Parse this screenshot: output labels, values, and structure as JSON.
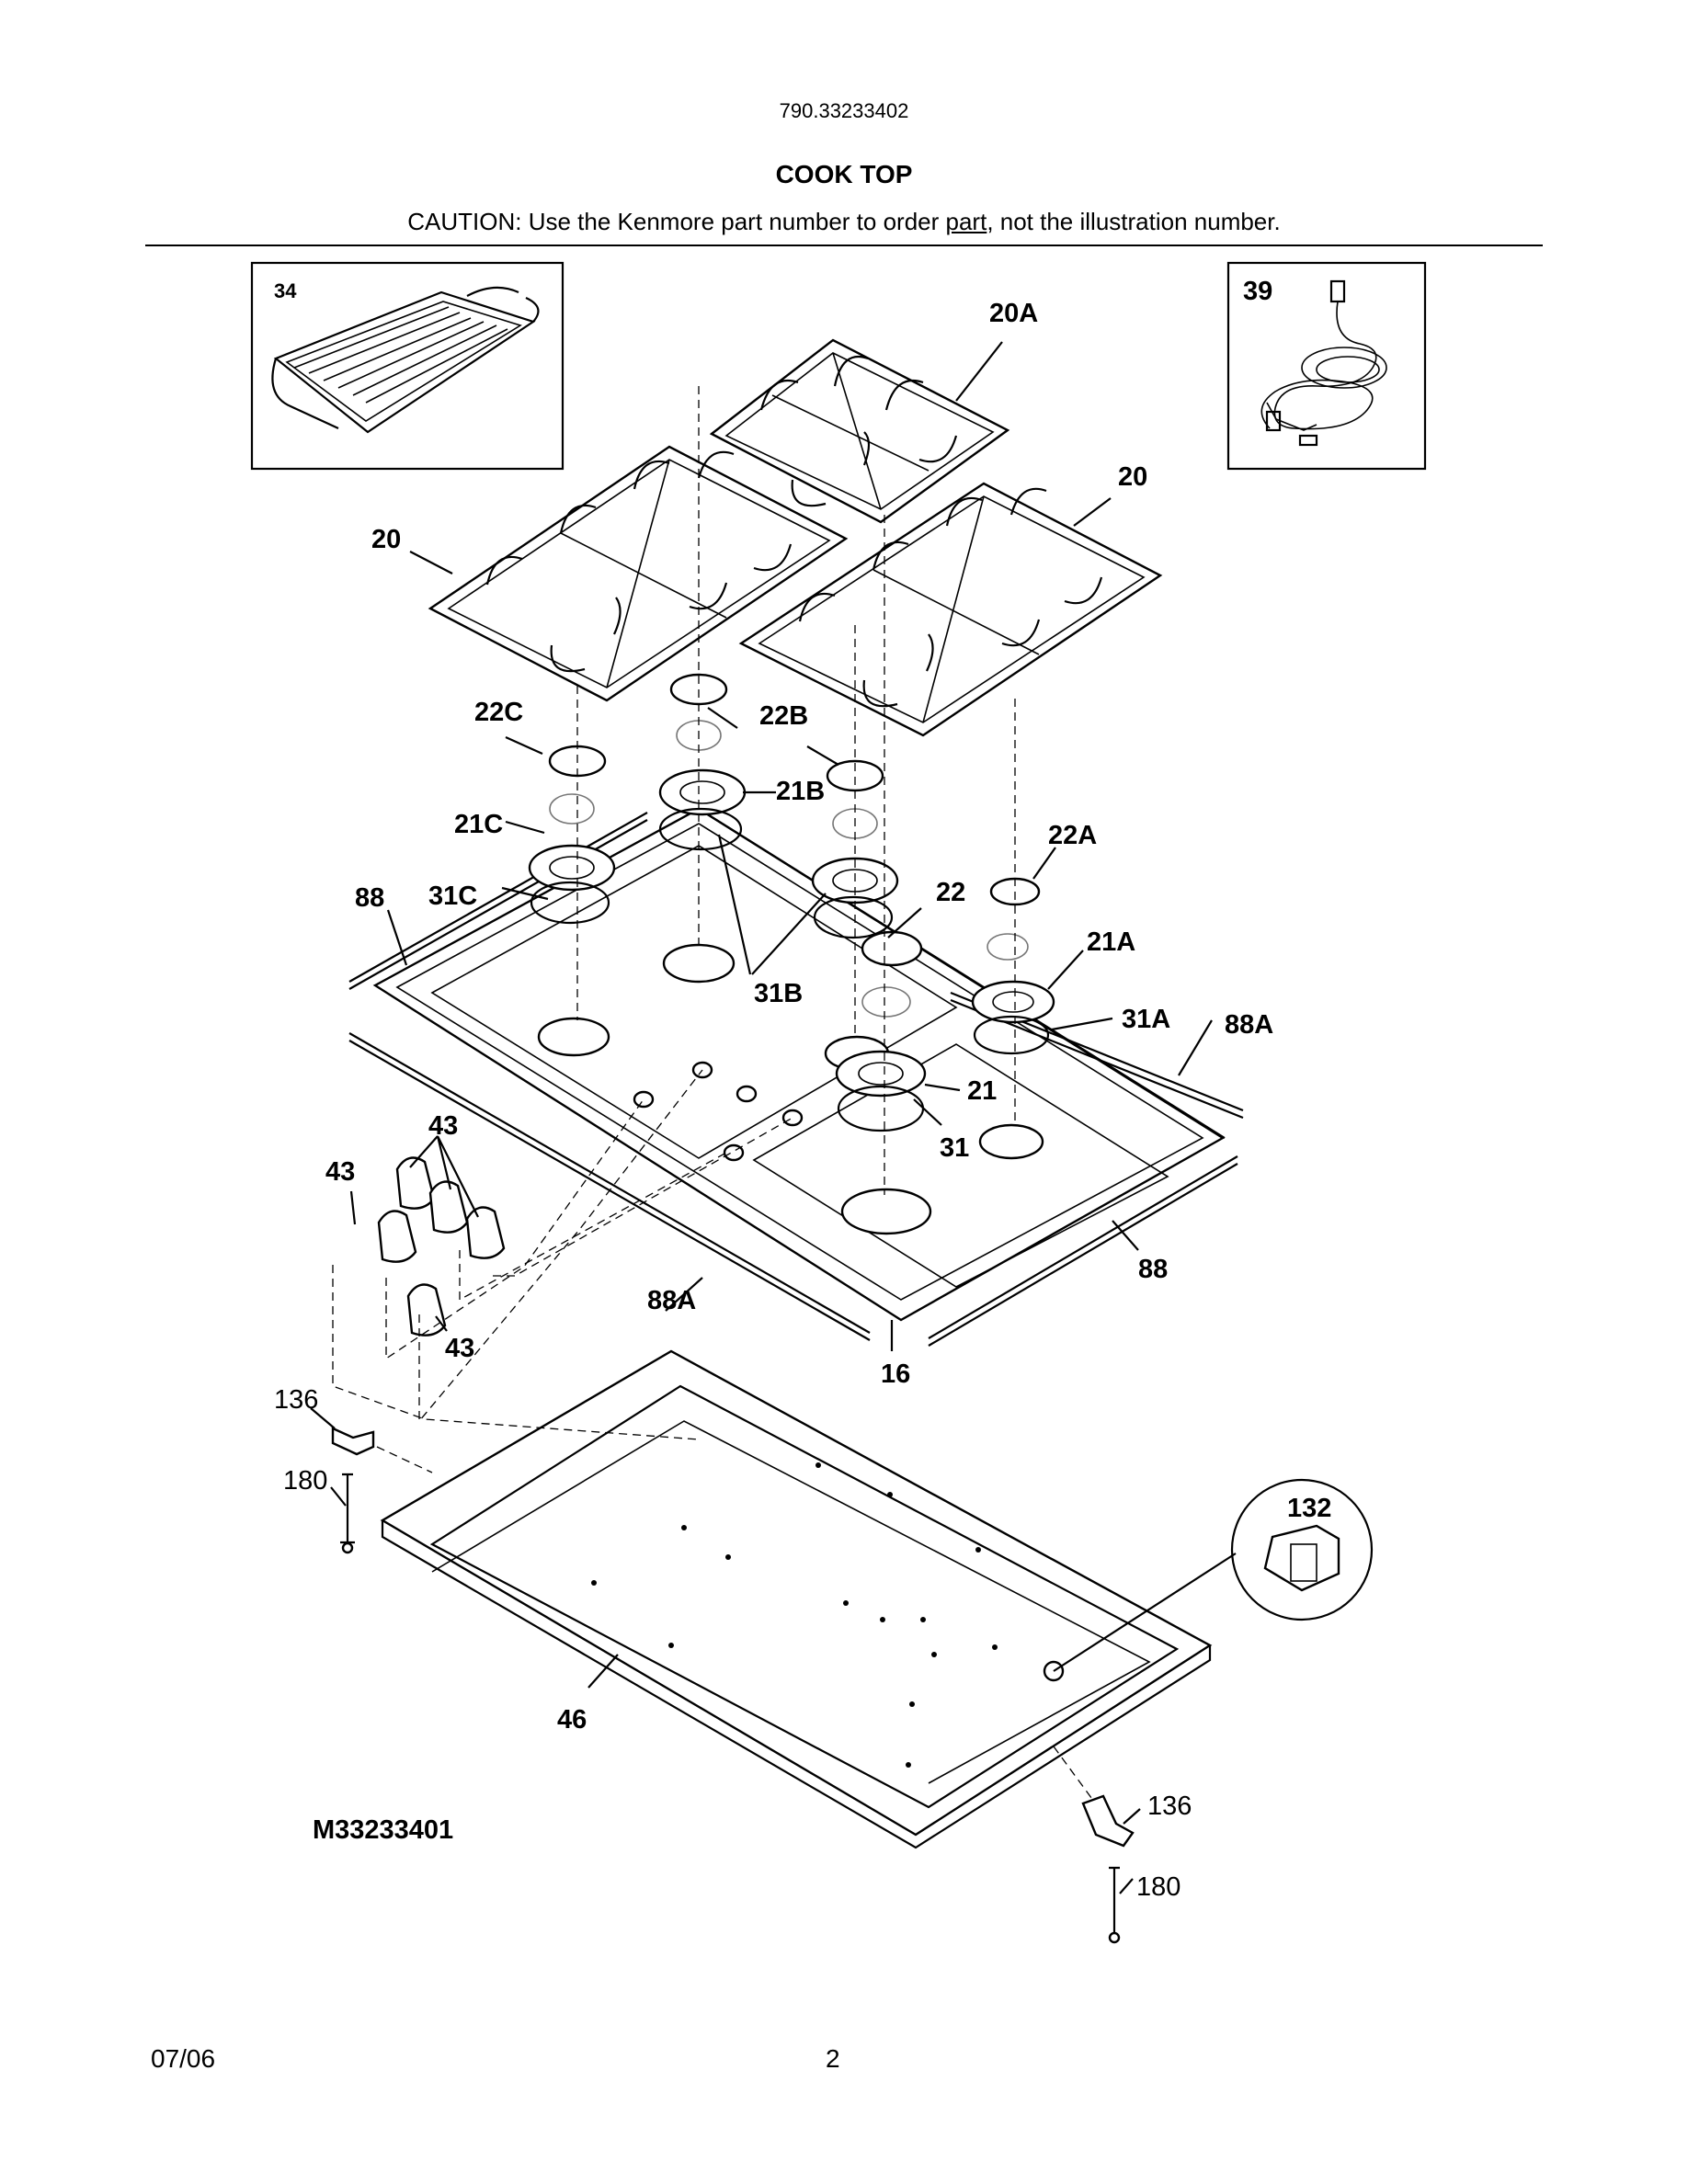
{
  "header": {
    "model_number": "790.33233402",
    "title": "COOK TOP",
    "caution_prefix": "CAUTION: Use the Kenmore part number to order ",
    "caution_underlined": "part",
    "caution_suffix": ", not the illustration number."
  },
  "diagram": {
    "id_label": "M33233401",
    "callouts": {
      "p34": "34",
      "p39": "39",
      "p20A": "20A",
      "p20_right": "20",
      "p20_left": "20",
      "p22C": "22C",
      "p22B": "22B",
      "p21B": "21B",
      "p21C": "21C",
      "p22A": "22A",
      "p88_left": "88",
      "p31C": "31C",
      "p22": "22",
      "p21A": "21A",
      "p31B": "31B",
      "p31A": "31A",
      "p88A_right": "88A",
      "p21": "21",
      "p31": "31",
      "p43_top": "43",
      "p43_left": "43",
      "p43_bottom": "43",
      "p88_bottom": "88",
      "p88A_bottom": "88A",
      "p16": "16",
      "p136_left": "136",
      "p180_left": "180",
      "p132": "132",
      "p46": "46",
      "p136_right": "136",
      "p180_right": "180"
    }
  },
  "footer": {
    "date": "07/06",
    "page": "2"
  }
}
